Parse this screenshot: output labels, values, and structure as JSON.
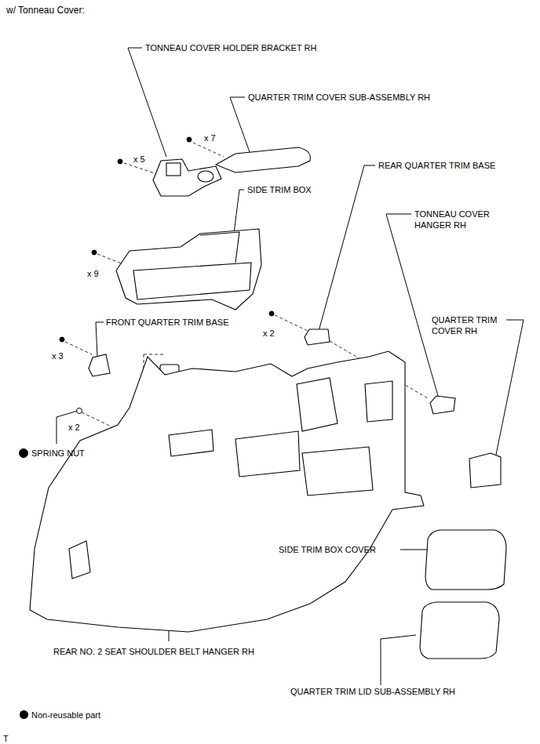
{
  "diagram": {
    "title": "w/ Tonneau Cover:",
    "labels": [
      "TONNEAU COVER HOLDER BRACKET RH",
      "QUARTER TRIM COVER SUB-ASSEMBLY RH",
      "x 7",
      "x 5",
      "SIDE TRIM BOX",
      "REAR QUARTER TRIM BASE",
      "TONNEAU COVER HANGER RH",
      "x 9",
      "QUARTER TRIM COVER RH",
      "FRONT QUARTER TRIM BASE",
      "x 2",
      "x 3",
      "x 2",
      "SPRING NUT",
      "SIDE TRIM BOX COVER",
      "REAR NO. 2 SEAT SHOULDER BELT HANGER RH",
      "QUARTER TRIM LID SUB-ASSEMBLY RH",
      "T"
    ],
    "legend": [
      {
        "text": "Non-reusable part",
        "color": "#000000"
      }
    ]
  }
}
